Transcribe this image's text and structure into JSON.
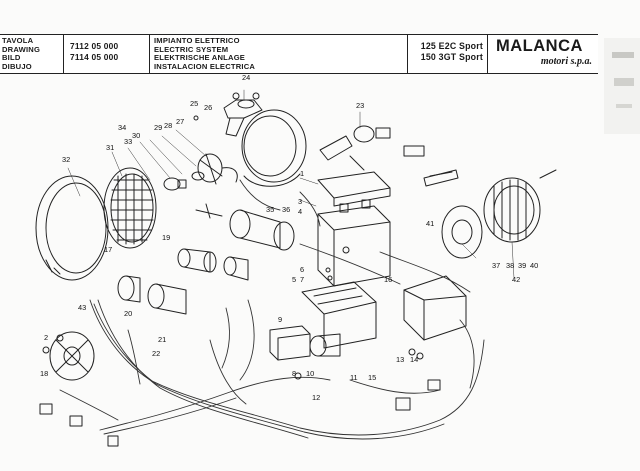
{
  "title_block": {
    "labels": [
      "TAVOLA",
      "DRAWING",
      "BILD",
      "DIBUJO"
    ],
    "drawing_numbers": [
      "7112 05 000",
      "7114 05 000"
    ],
    "system_names": [
      "IMPIANTO ELETTRICO",
      "ELECTRIC SYSTEM",
      "ELEKTRISCHE ANLAGE",
      "INSTALACION ELECTRICA"
    ],
    "models": [
      "125 E2C Sport",
      "150 3GT Sport"
    ],
    "brand": "MALANCA",
    "brand_sub": "motori s.p.a."
  },
  "callouts": [
    "1",
    "2",
    "3",
    "4",
    "5",
    "6",
    "7",
    "8",
    "9",
    "10",
    "11",
    "12",
    "13",
    "14",
    "15",
    "16",
    "17",
    "18",
    "19",
    "20",
    "21",
    "22",
    "23",
    "24",
    "25",
    "26",
    "27",
    "28",
    "29",
    "30",
    "31",
    "32",
    "33",
    "34",
    "35",
    "36",
    "37",
    "38",
    "39",
    "40",
    "41",
    "42",
    "43"
  ]
}
